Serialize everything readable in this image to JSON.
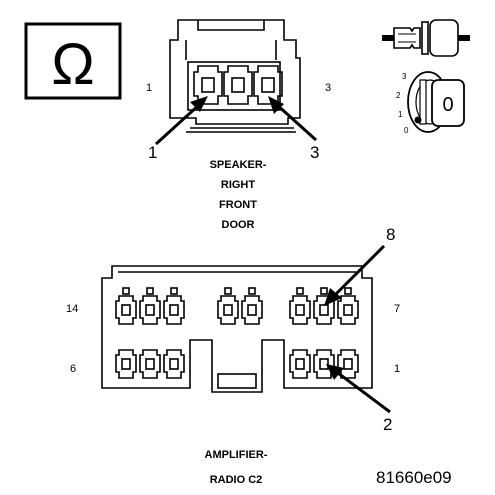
{
  "ohm_symbol": "Ω",
  "ignition": {
    "key_positions": [
      "3",
      "2",
      "1",
      "0"
    ],
    "key_label": "0"
  },
  "speaker_connector": {
    "side_left": "1",
    "side_right": "3",
    "callout_left": "1",
    "callout_right": "3",
    "caption_lines": [
      "SPEAKER-",
      "RIGHT",
      "FRONT",
      "DOOR"
    ]
  },
  "amplifier_connector": {
    "label_top_left": "14",
    "label_top_right": "7",
    "label_bottom_left": "6",
    "label_bottom_right": "1",
    "callout_top": "8",
    "callout_bottom": "2",
    "caption_lines": [
      "AMPLIFIER-",
      "RADIO C2"
    ]
  },
  "figure_id": "81660e09"
}
